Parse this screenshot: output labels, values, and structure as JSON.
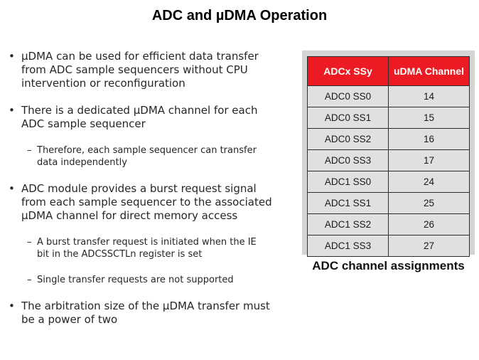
{
  "title": "ADC and µDMA Operation",
  "bullet_markers": {
    "level1": "•",
    "level2": "–"
  },
  "bullets": [
    {
      "level": 1,
      "text": "µDMA can be used for efficient data transfer\nfrom ADC sample sequencers without CPU\nintervention or reconfiguration"
    },
    {
      "level": 1,
      "text": "There is a dedicated µDMA channel for each\nADC sample sequencer"
    },
    {
      "level": 2,
      "text": "Therefore, each sample sequencer can transfer\ndata independently"
    },
    {
      "level": 1,
      "text": "ADC module provides a burst request signal\nfrom each sample sequencer to the associated\nµDMA channel for direct memory access"
    },
    {
      "level": 2,
      "text": "A burst transfer request is initiated when the IE\nbit in the ADCSSCTLn register is set"
    },
    {
      "level": 2,
      "text": "Single transfer requests are not supported"
    },
    {
      "level": 1,
      "text": "The arbitration size of the µDMA transfer must\nbe a power of two"
    }
  ],
  "table": {
    "headers": [
      "ADCx SSy",
      "uDMA Channel"
    ],
    "rows": [
      [
        "ADC0 SS0",
        "14"
      ],
      [
        "ADC0 SS1",
        "15"
      ],
      [
        "ADC0 SS2",
        "16"
      ],
      [
        "ADC0 SS3",
        "17"
      ],
      [
        "ADC1 SS0",
        "24"
      ],
      [
        "ADC1 SS1",
        "25"
      ],
      [
        "ADC1 SS2",
        "26"
      ],
      [
        "ADC1 SS3",
        "27"
      ]
    ],
    "caption": "ADC channel assignments"
  },
  "colors": {
    "header_bg": "#EC1B23",
    "header_text": "#FFFFFF",
    "row_bg": "#E0E0E0",
    "panel_bg": "#D4D4D4",
    "border": "#2E2E2E",
    "text": "#262626"
  }
}
